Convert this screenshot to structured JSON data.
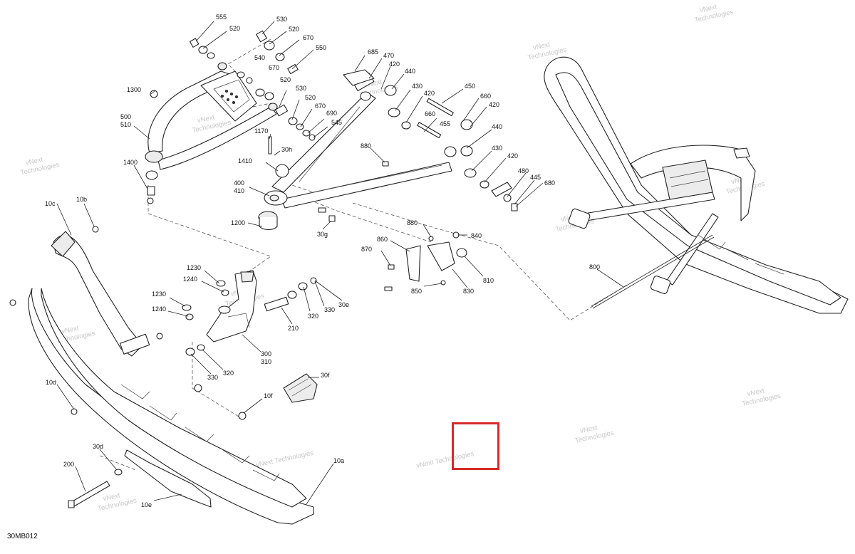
{
  "diagram_code": "30MB012",
  "watermark": {
    "line1": "vNext",
    "line2": "Technologies",
    "inline": "vNext Technologies"
  },
  "highlight_color": "#d52a2a",
  "callouts": {
    "p555": "555",
    "p520a": "520",
    "p530a": "530",
    "p520b": "520",
    "p670a": "670",
    "p540": "540",
    "p550": "550",
    "p670b": "670",
    "p520c": "520",
    "p1300": "1300",
    "p530b": "530",
    "p520d": "520",
    "p670c": "670",
    "p690": "690",
    "p545": "545",
    "p500": "500",
    "p510": "510",
    "p685": "685",
    "p470": "470",
    "p420a": "420",
    "p440a": "440",
    "p430a": "430",
    "p420b": "420",
    "p450": "450",
    "p660a": "660",
    "p660b": "660",
    "p420c": "420",
    "p455": "455",
    "p440b": "440",
    "p1170": "1170",
    "p30h": "30h",
    "p1410": "1410",
    "p880a": "880",
    "p430b": "430",
    "p420d": "420",
    "p1400": "1400",
    "p400": "400",
    "p410": "410",
    "p480": "480",
    "p445": "445",
    "p680": "680",
    "p10c": "10c",
    "p10b": "10b",
    "p30g": "30g",
    "p1200": "1200",
    "p880b": "880",
    "p840": "840",
    "p860": "860",
    "p870": "870",
    "p810": "810",
    "p850": "850",
    "p830": "830",
    "p800": "800",
    "p1230a": "1230",
    "p1240a": "1240",
    "p1230b": "1230",
    "p1240b": "1240",
    "p330a": "330",
    "p320a": "320",
    "p30e": "30e",
    "p210": "210",
    "p300": "300",
    "p310": "310",
    "p330b": "330",
    "p320b": "320",
    "p30f": "30f",
    "p10d": "10d",
    "p10f": "10f",
    "p30d": "30d",
    "p200": "200",
    "p10e": "10e",
    "p10a": "10a"
  }
}
